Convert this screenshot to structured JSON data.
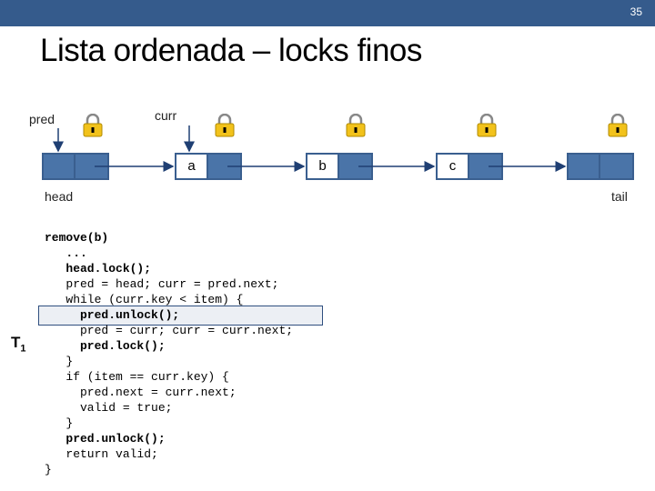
{
  "slide": {
    "number": "35",
    "title": "Lista ordenada – locks finos"
  },
  "labels": {
    "pred": "pred",
    "curr": "curr",
    "head": "head",
    "tail": "tail"
  },
  "nodes": [
    {
      "key": ""
    },
    {
      "key": "a"
    },
    {
      "key": "b"
    },
    {
      "key": "c"
    },
    {
      "key": ""
    }
  ],
  "thread": {
    "name": "T",
    "sub": "1"
  },
  "code": [
    {
      "text": "remove(b)",
      "bold": true
    },
    {
      "text": "   ...",
      "bold": true
    },
    {
      "text": "   head.lock();",
      "bold": true
    },
    {
      "text": "   pred = head; curr = pred.next;",
      "bold": false
    },
    {
      "text": "   while (curr.key < item) {",
      "bold": false
    },
    {
      "text": "     pred.unlock();",
      "bold": true
    },
    {
      "text": "     pred = curr; curr = curr.next;",
      "bold": false
    },
    {
      "text": "     pred.lock();",
      "bold": true
    },
    {
      "text": "   }",
      "bold": false
    },
    {
      "text": "   if (item == curr.key) {",
      "bold": false
    },
    {
      "text": "     pred.next = curr.next;",
      "bold": false
    },
    {
      "text": "     valid = true;",
      "bold": false
    },
    {
      "text": "   }",
      "bold": false
    },
    {
      "text": "   pred.unlock();",
      "bold": true
    },
    {
      "text": "   return valid;",
      "bold": false
    },
    {
      "text": "}",
      "bold": false
    }
  ],
  "colors": {
    "topbar": "#355b8c",
    "node": "#4a74a8",
    "lock": "#f2c21b"
  }
}
